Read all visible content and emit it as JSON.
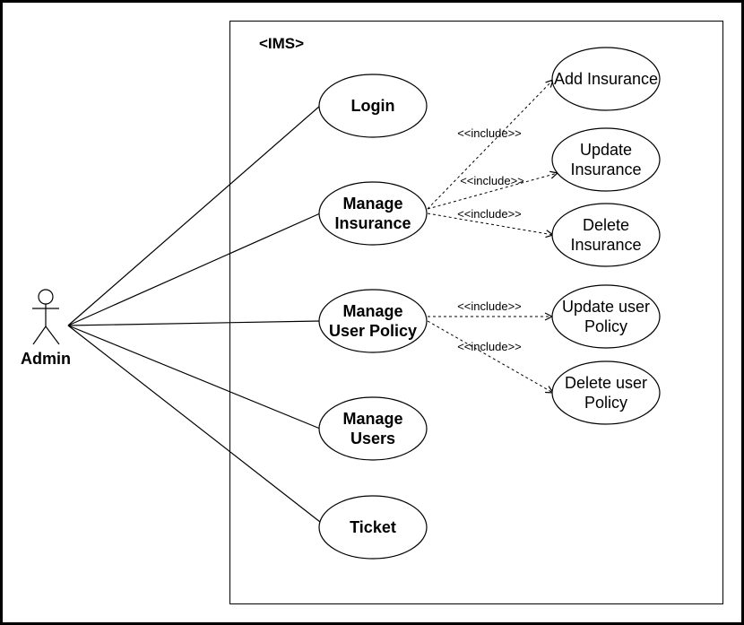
{
  "system": {
    "title": "<IMS>"
  },
  "actor": {
    "label": "Admin",
    "icon": "stick-figure-icon"
  },
  "use_cases": [
    {
      "id": "login",
      "lines": [
        "Login"
      ],
      "bold": true
    },
    {
      "id": "manage-insurance",
      "lines": [
        "Manage",
        "Insurance"
      ],
      "bold": true
    },
    {
      "id": "manage-user-policy",
      "lines": [
        "Manage",
        "User Policy"
      ],
      "bold": true
    },
    {
      "id": "manage-users",
      "lines": [
        "Manage",
        "Users"
      ],
      "bold": true
    },
    {
      "id": "ticket",
      "lines": [
        "Ticket"
      ],
      "bold": true
    },
    {
      "id": "add-insurance",
      "lines": [
        "Add Insurance"
      ],
      "bold": false
    },
    {
      "id": "update-insurance",
      "lines": [
        "Update",
        "Insurance"
      ],
      "bold": false
    },
    {
      "id": "delete-insurance",
      "lines": [
        "Delete",
        "Insurance"
      ],
      "bold": false
    },
    {
      "id": "update-user-policy",
      "lines": [
        "Update user",
        "Policy"
      ],
      "bold": false
    },
    {
      "id": "delete-user-policy",
      "lines": [
        "Delete user",
        "Policy"
      ],
      "bold": false
    }
  ],
  "associations": [
    {
      "from": "actor",
      "to": "login"
    },
    {
      "from": "actor",
      "to": "manage-insurance"
    },
    {
      "from": "actor",
      "to": "manage-user-policy"
    },
    {
      "from": "actor",
      "to": "manage-users"
    },
    {
      "from": "actor",
      "to": "ticket"
    }
  ],
  "includes": [
    {
      "from": "manage-insurance",
      "to": "add-insurance",
      "label": "<<include>>"
    },
    {
      "from": "manage-insurance",
      "to": "update-insurance",
      "label": "<<include>>"
    },
    {
      "from": "manage-insurance",
      "to": "delete-insurance",
      "label": "<<include>>"
    },
    {
      "from": "manage-user-policy",
      "to": "update-user-policy",
      "label": "<<include>>"
    },
    {
      "from": "manage-user-policy",
      "to": "delete-user-policy",
      "label": "<<include>>"
    }
  ]
}
